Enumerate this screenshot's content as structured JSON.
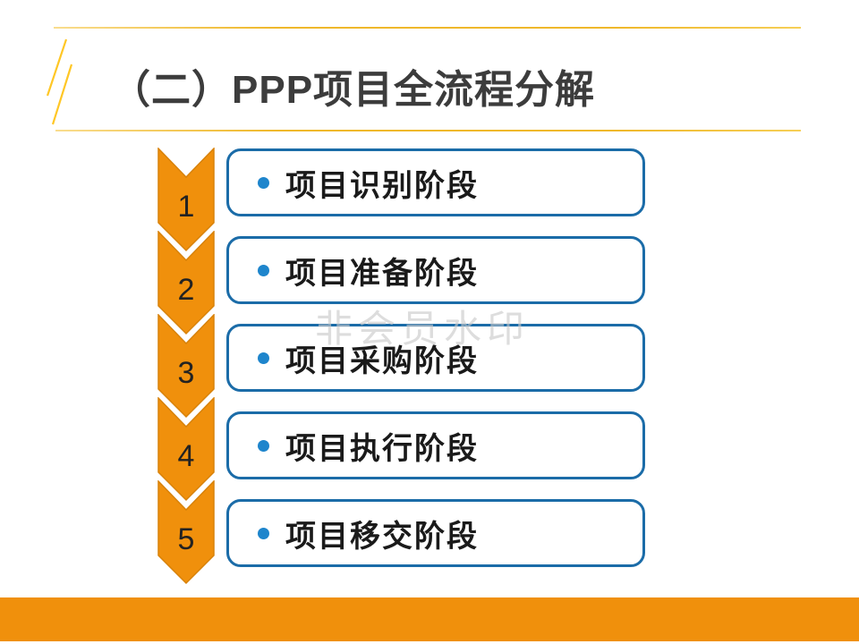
{
  "slide": {
    "title": "（二）PPP项目全流程分解",
    "watermark": "非会员水印",
    "steps": [
      {
        "number": "1",
        "label": "项目识别阶段"
      },
      {
        "number": "2",
        "label": "项目准备阶段"
      },
      {
        "number": "3",
        "label": "项目采购阶段"
      },
      {
        "number": "4",
        "label": "项目执行阶段"
      },
      {
        "number": "5",
        "label": "项目移交阶段"
      }
    ],
    "colors": {
      "orange": "#F0900C",
      "orange_border": "#D8820A",
      "box_border_blue": "#1B6CA8",
      "bullet_blue": "#1E85CC",
      "gold_line": "#EFB82B",
      "title_text": "#3C3C3C",
      "watermark_gray": "#C9C9C9"
    }
  }
}
